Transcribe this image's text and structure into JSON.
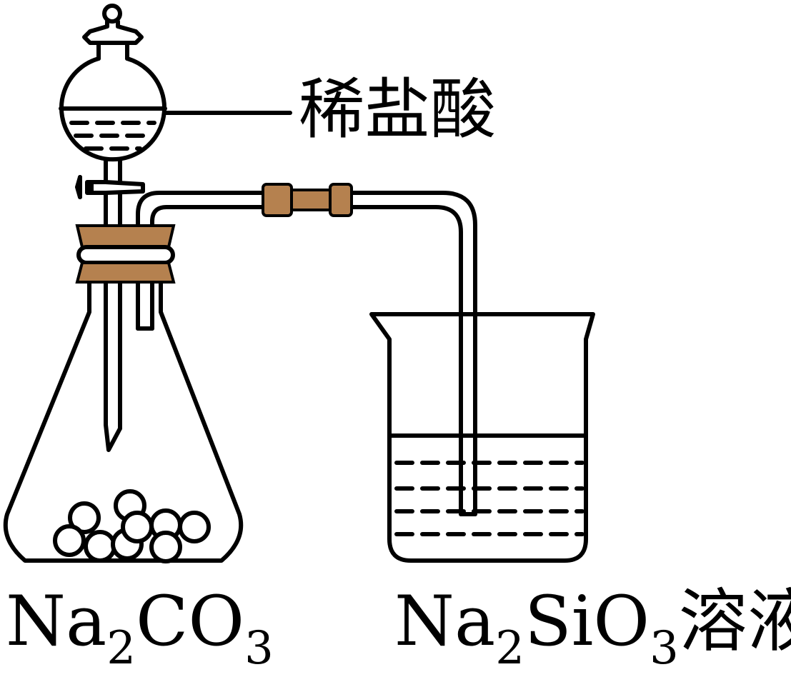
{
  "labels": {
    "acid": "稀盐酸",
    "carbonate": {
      "pre": "Na",
      "sub1": "2",
      "mid": "CO",
      "sub2": "3",
      "post": ""
    },
    "silicate": {
      "pre": "Na",
      "sub1": "2",
      "mid": "SiO",
      "sub2": "3",
      "post": "溶液"
    }
  },
  "colors": {
    "stroke": "#000000",
    "stopper": "#b5814f",
    "rubber_tube": "#b5814f",
    "background": "#ffffff"
  }
}
